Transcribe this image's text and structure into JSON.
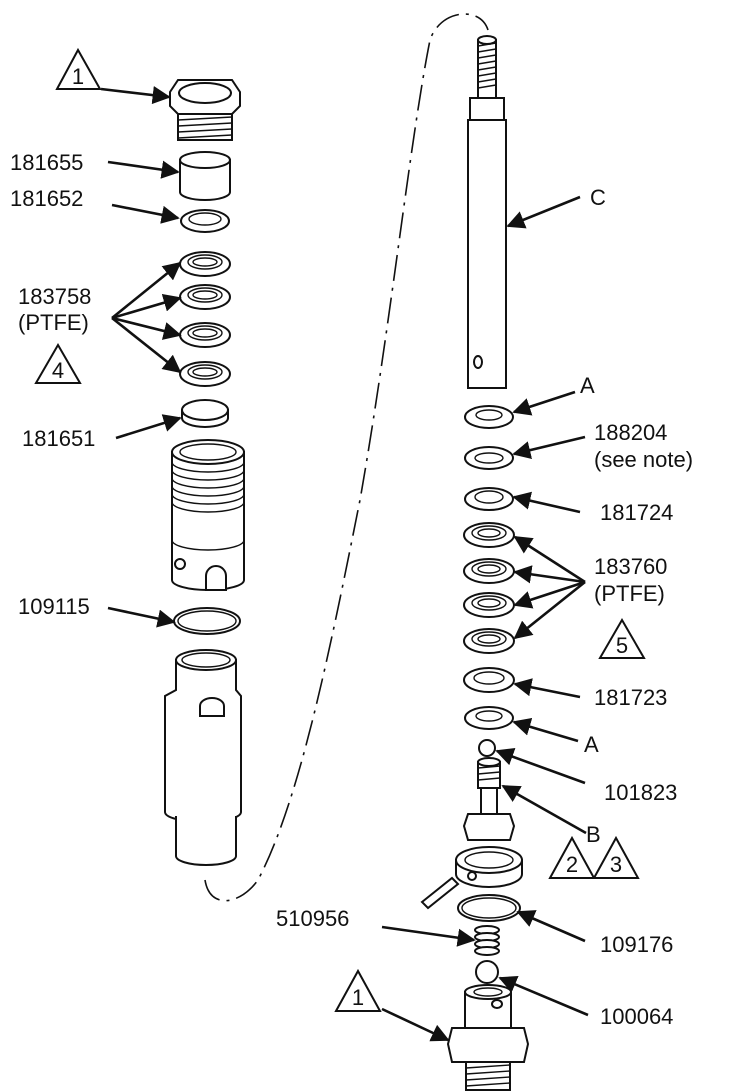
{
  "diagram": {
    "left_labels": {
      "p181655": "181655",
      "p181652": "181652",
      "p183758_num": "183758",
      "p183758_mat": "(PTFE)",
      "p181651": "181651",
      "p109115": "109115"
    },
    "right_labels": {
      "C": "C",
      "A_top": "A",
      "p188204_num": "188204",
      "p188204_note": "(see note)",
      "p181724": "181724",
      "p183760_num": "183760",
      "p183760_mat": "(PTFE)",
      "p181723": "181723",
      "A_bottom": "A",
      "p101823": "101823",
      "B": "B",
      "p510956": "510956",
      "p109176": "109176",
      "p100064": "100064"
    },
    "triangle_notes": {
      "t1_top": "1",
      "t4": "4",
      "t5": "5",
      "t2": "2",
      "t3": "3",
      "t1_bottom": "1"
    }
  }
}
